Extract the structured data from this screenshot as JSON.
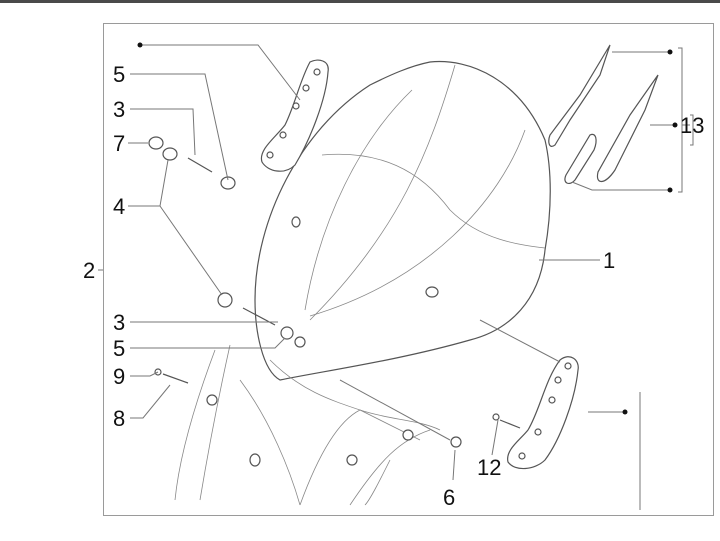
{
  "diagram": {
    "title": "Windshield parts exploded view",
    "callouts": [
      {
        "id": "1",
        "label": "1",
        "part": "windshield"
      },
      {
        "id": "2",
        "label": "2",
        "part": "windshield-assembly"
      },
      {
        "id": "3a",
        "label": "3",
        "part": "screw-upper"
      },
      {
        "id": "3b",
        "label": "3",
        "part": "screw-lower"
      },
      {
        "id": "4",
        "label": "4",
        "part": "grommet"
      },
      {
        "id": "5a",
        "label": "5",
        "part": "nut-upper"
      },
      {
        "id": "5b",
        "label": "5",
        "part": "nut-lower"
      },
      {
        "id": "6",
        "label": "6",
        "part": "nut"
      },
      {
        "id": "7",
        "label": "7",
        "part": "cap"
      },
      {
        "id": "8",
        "label": "8",
        "part": "screw"
      },
      {
        "id": "9",
        "label": "9",
        "part": "washer"
      },
      {
        "id": "12",
        "label": "12",
        "part": "bolt"
      },
      {
        "id": "13",
        "label": "13",
        "part": "bracket-kit"
      }
    ]
  }
}
